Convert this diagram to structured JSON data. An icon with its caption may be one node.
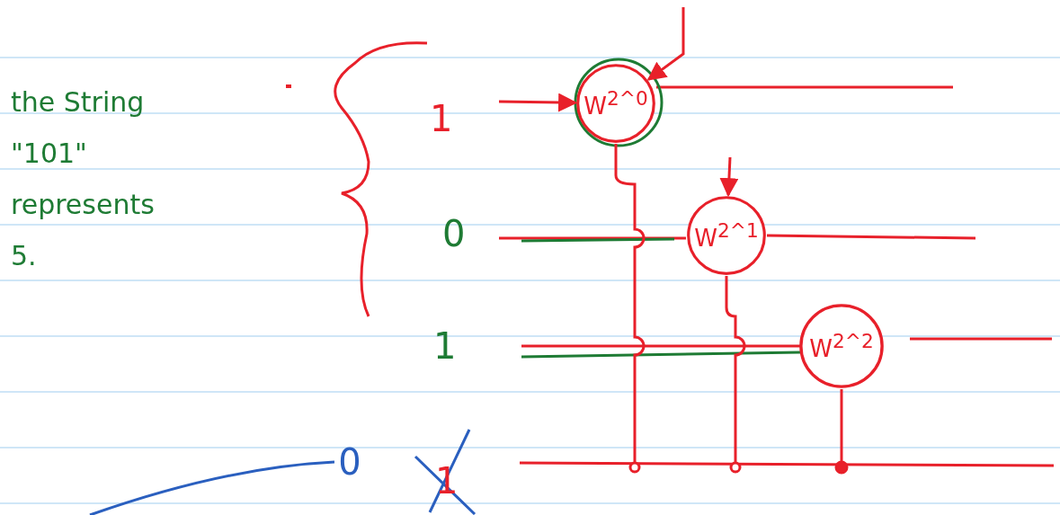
{
  "diagram": {
    "nodes": [
      {
        "text": [
          "W$^{2^0}$"
        ]
      },
      {
        "text": [
          "W$^{2^1}$"
        ]
      },
      {
        "text": [
          "W$^{2^2}$"
        ]
      },
      {
        "text": [],
        "shape": "circle"
      },
      {
        "text": [],
        "shape": "circle"
      },
      {
        "text": [],
        "shape": "circle"
      },
      {
        "text": [
          "0"
        ]
      }
    ],
    "edges": [
      {
        "from": 0,
        "to": 3,
        "arrow": "none"
      },
      {
        "from": 1,
        "to": 4,
        "arrow": "none"
      },
      {
        "from": 2,
        "to": 5,
        "arrow": "none"
      },
      {
        "from": null,
        "to": 0,
        "arrow": "to"
      },
      {
        "from": null,
        "to": 0,
        "arrow": "to"
      },
      {
        "from": null,
        "to": 1,
        "arrow": "to"
      },
      {
        "from": null,
        "to": 6,
        "arrow": "none",
        "color": "#2a5fbf"
      }
    ],
    "labels": [
      "the String \"101\" represents 5.",
      "1",
      "0",
      "1",
      "1"
    ]
  }
}
